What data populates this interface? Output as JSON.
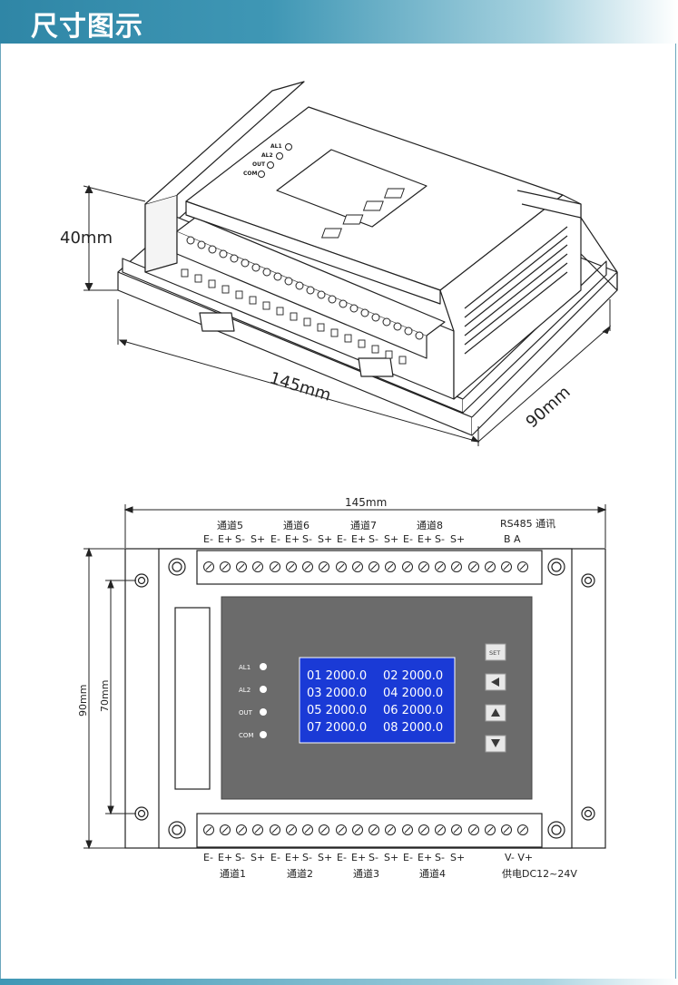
{
  "header": {
    "title": "尺寸图示"
  },
  "iso_view": {
    "height_label": "40mm",
    "length_label": "145mm",
    "depth_label": "90mm",
    "panel_leds": [
      "AL1",
      "AL2",
      "OUT",
      "COM"
    ]
  },
  "front_view": {
    "width_label": "145mm",
    "outer_height_label": "90mm",
    "inner_height_label": "70mm",
    "top_channels": [
      "通道5",
      "通道6",
      "通道7",
      "通道8"
    ],
    "terminal_sign_labels": [
      "E-",
      "E+",
      "S-",
      "S+"
    ],
    "rs485_label": "RS485 通讯",
    "rs485_pins": "B   A",
    "bottom_channels": [
      "通道1",
      "通道2",
      "通道3",
      "通道4"
    ],
    "power_pins": "V-   V+",
    "power_label": "供电DC12~24V",
    "leds": [
      "AL1",
      "AL2",
      "OUT",
      "COM"
    ],
    "screen_lines": [
      [
        "01 2000.0",
        "02 2000.0"
      ],
      [
        "03 2000.0",
        "04 2000.0"
      ],
      [
        "05 2000.0",
        "06 2000.0"
      ],
      [
        "07 2000.0",
        "08 2000.0"
      ]
    ],
    "set_button": "SET",
    "button_icons": [
      "set",
      "left-arrow",
      "up-arrow",
      "down-arrow"
    ]
  },
  "colors": {
    "screen": "#1a3ad6",
    "panel": "#6b6b6b",
    "header": "#3a91b1"
  }
}
